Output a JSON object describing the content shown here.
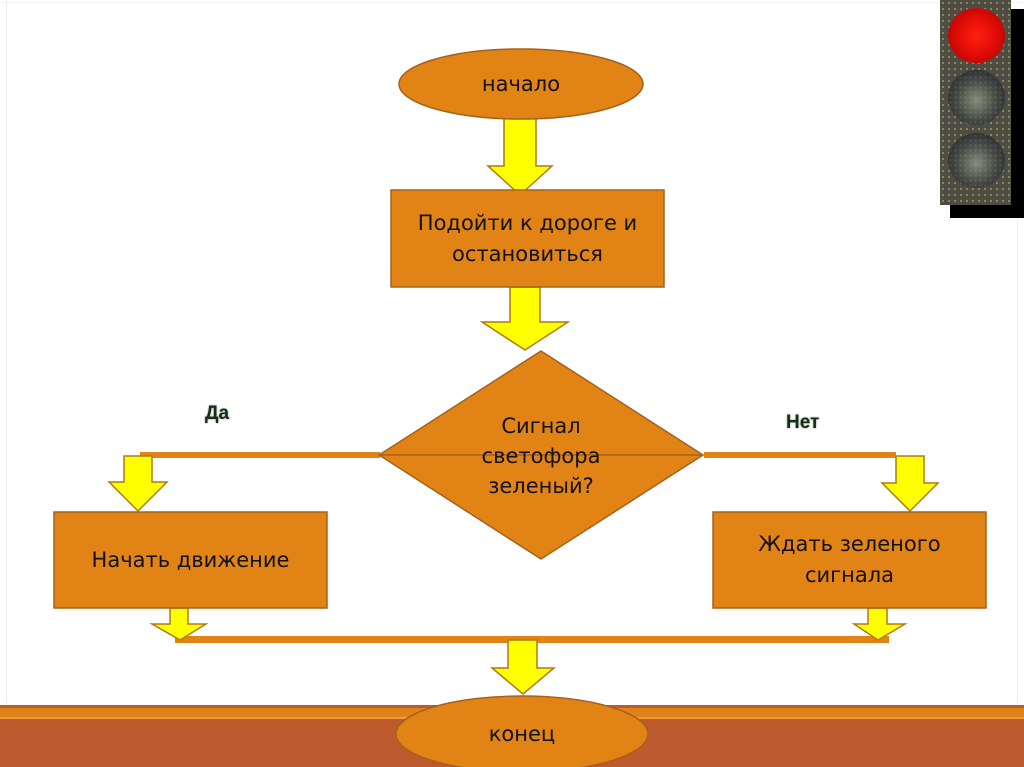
{
  "colors": {
    "node_fill": "#e28415",
    "node_stroke": "#a4621c",
    "arrow_fill": "#ffff00",
    "arrow_stroke": "#b07a10",
    "connector": "#e28415",
    "footer_band": "#bd5a2e",
    "footer_stripe": "#e0821a",
    "light_red": "#e40d06"
  },
  "flowchart": {
    "start": {
      "label": "начало"
    },
    "step1": {
      "label": "Подойти к дороге и\nостановиться"
    },
    "decision": {
      "label": "Сигнал\nсветофора\nзеленый?"
    },
    "yes_branch": {
      "label": "Да",
      "action": "Начать движение"
    },
    "no_branch": {
      "label": "Нет",
      "action": "Ждать зеленого\nсигнала"
    },
    "end": {
      "label": "конец"
    }
  },
  "traffic_light": {
    "active_lamp": "red",
    "lamps": [
      "red",
      "off",
      "off"
    ]
  }
}
